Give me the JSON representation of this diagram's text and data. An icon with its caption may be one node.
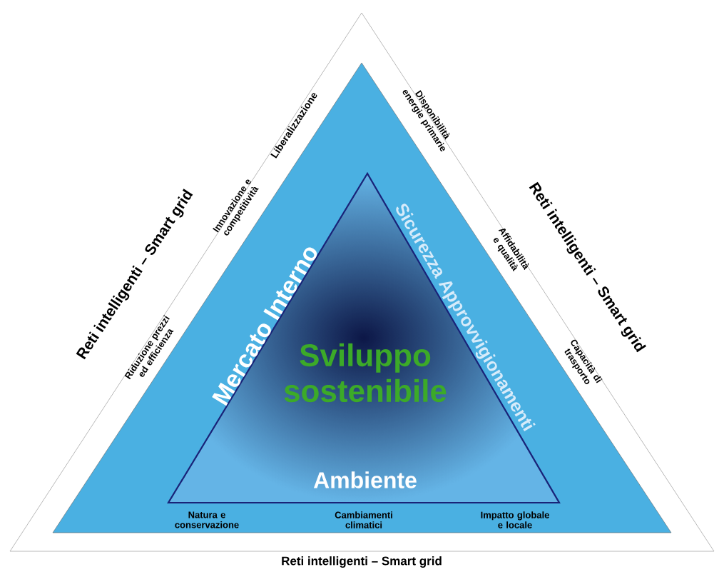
{
  "diagram": {
    "nodes": [
      {
        "text": [
          "Reti intelligenti – Smart grid",
          "Reti intelligenti – Smart grid",
          "Reti intelligenti – Smart grid"
        ]
      },
      {
        "text": [
          "Liberalizzazione",
          "Innovazione e competitività",
          "Riduzione prezzi ed efficienza",
          "Disponibilità energie primarie",
          "Affidabilità e qualità",
          "Capacità di trasporto",
          "Natura e conservazione",
          "Cambiamenti climatici",
          "Impatto globale e locale"
        ],
        "in": 0
      },
      {
        "text": [
          "Mercato Interno",
          "Sicurezza Approvvigionamenti",
          "Sviluppo sostenibile",
          "Ambiente"
        ],
        "in": 1
      }
    ]
  }
}
